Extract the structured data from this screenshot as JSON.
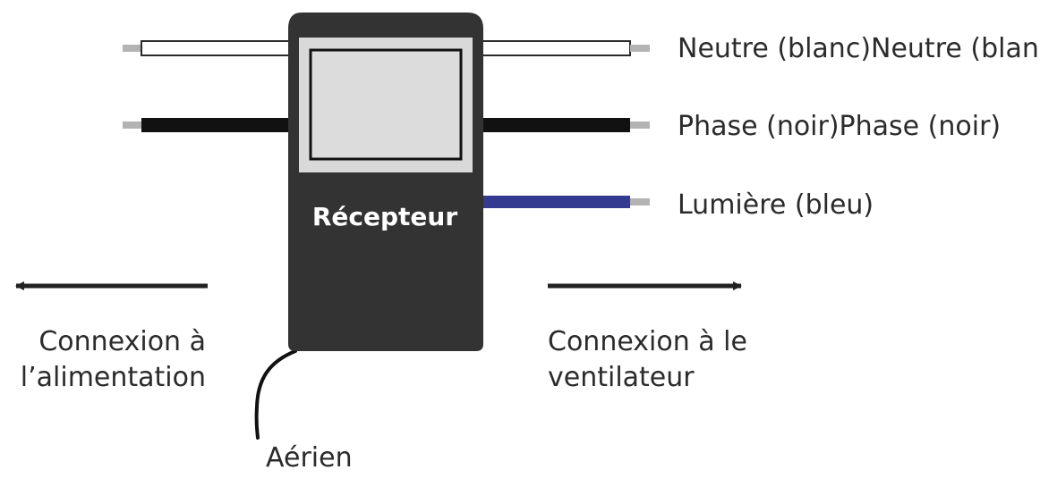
{
  "receiver": {
    "label": "Récepteur"
  },
  "wires_right": [
    {
      "label": "Neutre (blanc)Neutre (blanc)",
      "color": "#ffffff"
    },
    {
      "label": "Phase (noir)Phase (noir)",
      "color": "#111111"
    },
    {
      "label": "Lumière (bleu)",
      "color": "#333a8f"
    }
  ],
  "left_connection": {
    "line1": "Connexion à",
    "line2": "l’alimentation"
  },
  "right_connection": {
    "line1": "Connexion à le",
    "line2": "ventilateur"
  },
  "antenna": {
    "label": "Aérien"
  },
  "colors": {
    "device_body": "#333333",
    "screen_bezel": "#d9d9d9",
    "screen": "#dcdcdc",
    "wire_tip": "#b3b3b3",
    "arrow": "#222222"
  }
}
